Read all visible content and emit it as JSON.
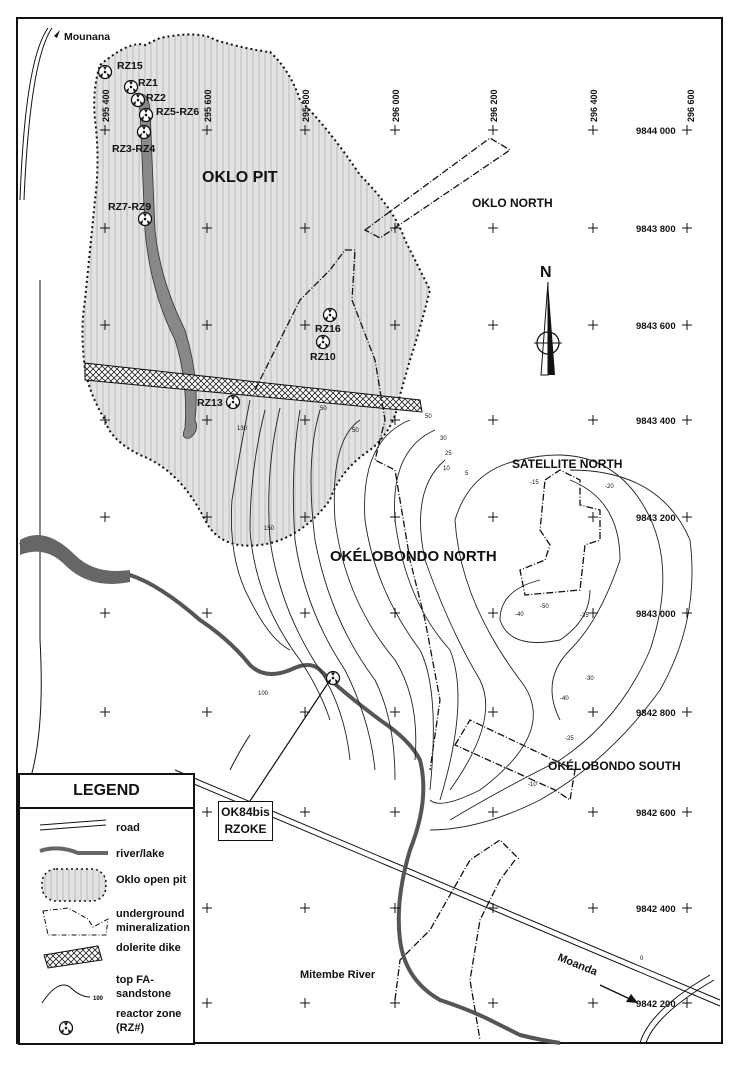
{
  "map": {
    "place_labels": {
      "mounana": "Mounana",
      "oklo_pit": "OKLO PIT",
      "oklo_north": "OKLO NORTH",
      "satellite_north": "SATELLITE NORTH",
      "okelobondo_north": "OKÉLOBONDO NORTH",
      "okelobondo_south": "OKÉLOBONDO SOUTH",
      "mitembe_river": "Mitembe River",
      "moanda": "Moanda"
    },
    "reactor_zones": [
      "RZ15",
      "RZ1",
      "RZ2",
      "RZ5-RZ6",
      "RZ3-RZ4",
      "RZ7-RZ9",
      "RZ16",
      "RZ10",
      "RZ13"
    ],
    "callout": {
      "line1": "OK84bis",
      "line2": "RZOKE"
    },
    "north_label": "N",
    "easting_labels": [
      "295 400",
      "295 600",
      "295 800",
      "296 000",
      "296 200",
      "296 400",
      "296 600"
    ],
    "northing_labels": [
      "9844 000",
      "9843 800",
      "9843 600",
      "9843 400",
      "9843 200",
      "9843 000",
      "9842 800",
      "9842 600",
      "9842 400",
      "9842 200"
    ],
    "contour_labels": [
      "50",
      "50",
      "50",
      "30",
      "25",
      "10",
      "5",
      "-15",
      "-20",
      "-40",
      "-40",
      "-30",
      "-50",
      "-35",
      "-25",
      "-10",
      "130",
      "150",
      "100",
      "0"
    ]
  },
  "legend": {
    "title": "LEGEND",
    "items": [
      {
        "icon": "road-symbol",
        "label": "road"
      },
      {
        "icon": "river-symbol",
        "label": "river/lake"
      },
      {
        "icon": "open-pit-symbol",
        "label": "Oklo open pit"
      },
      {
        "icon": "mineralization-symbol",
        "label": "underground mineralization"
      },
      {
        "icon": "dike-symbol",
        "label": "dolerite dike"
      },
      {
        "icon": "contour-symbol",
        "label": "top FA-sandstone",
        "sample_value": "100"
      },
      {
        "icon": "reactor-symbol",
        "label": "reactor zone (RZ#)"
      }
    ]
  }
}
